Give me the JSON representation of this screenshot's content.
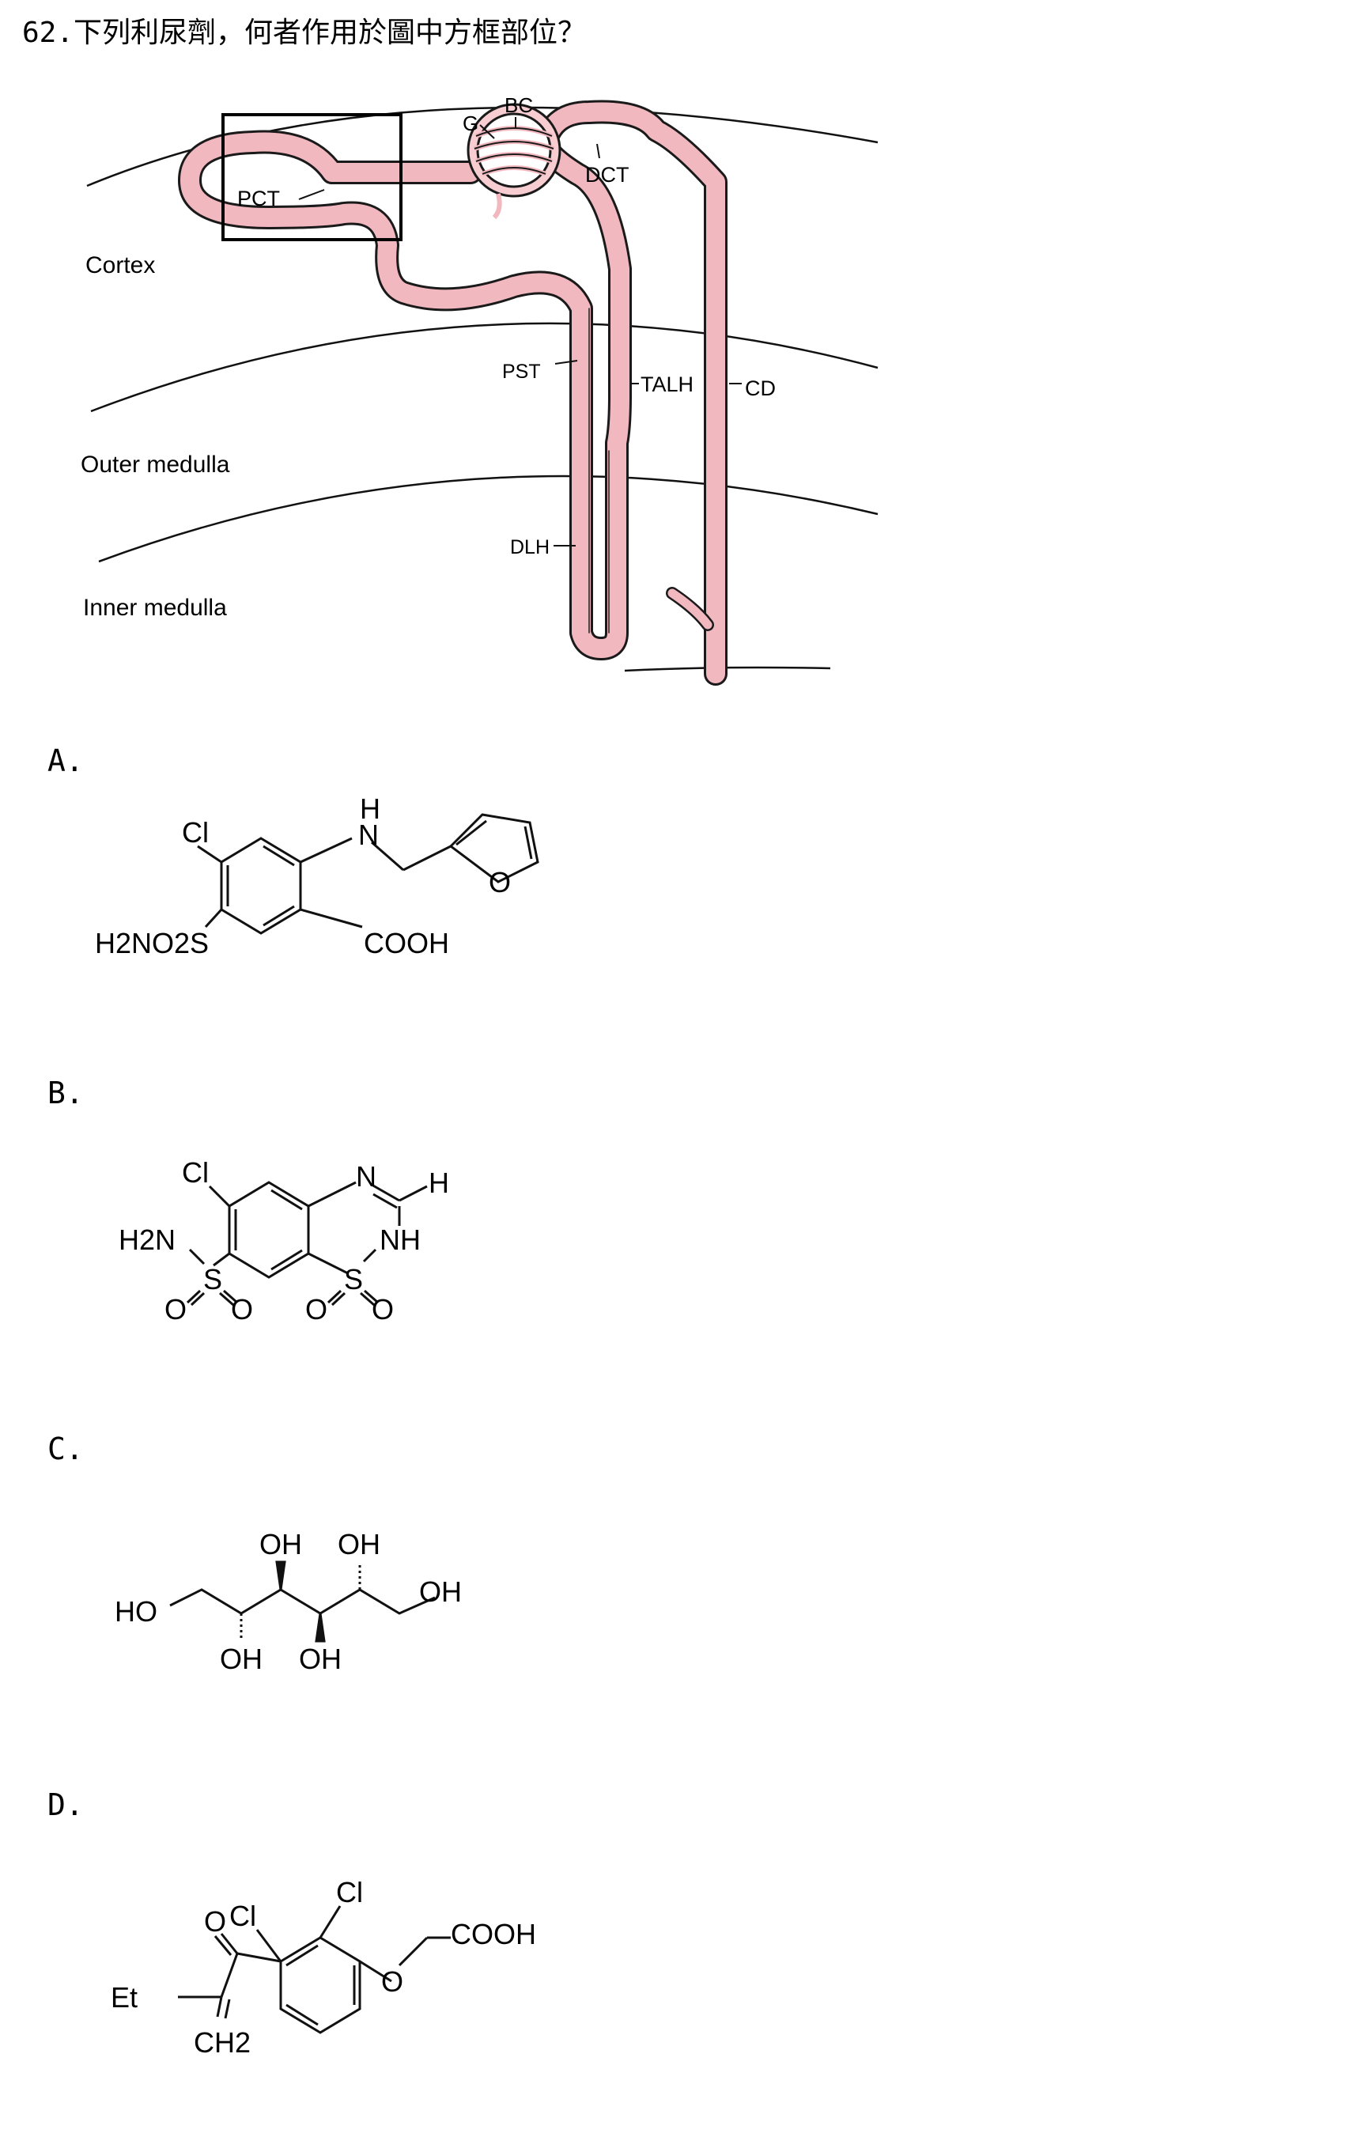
{
  "question": {
    "number": "62.",
    "text": "下列利尿劑，何者作用於圖中方框部位？"
  },
  "diagram": {
    "labels": {
      "pct": "PCT",
      "g": "G",
      "bc": "BC",
      "dct": "DCT",
      "cortex": "Cortex",
      "pst": "PST",
      "talh": "TALH",
      "cd": "CD",
      "outer_medulla": "Outer medulla",
      "dlh": "DLH",
      "inner_medulla": "Inner medulla"
    },
    "colors": {
      "tubule_fill": "#f2b8c0",
      "tubule_stroke": "#1a1a1a"
    }
  },
  "options": [
    {
      "label": "A.",
      "atoms": {
        "cl": "Cl",
        "h": "H",
        "n": "N",
        "o": "O",
        "left_group": "H2NO2S",
        "cooh": "COOH"
      }
    },
    {
      "label": "B.",
      "atoms": {
        "cl": "Cl",
        "n": "N",
        "h": "H",
        "nh": "NH",
        "h2n": "H2N",
        "s1": "S",
        "s2": "S",
        "o": "O"
      }
    },
    {
      "label": "C.",
      "atoms": {
        "oh": "OH",
        "ho": "HO"
      }
    },
    {
      "label": "D.",
      "atoms": {
        "cl": "Cl",
        "o": "O",
        "cooh": "COOH",
        "et": "Et",
        "ch2": "CH2"
      }
    }
  ]
}
